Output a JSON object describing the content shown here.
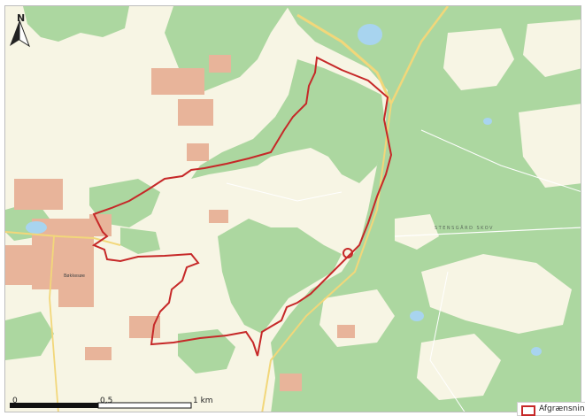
{
  "map": {
    "north_letter": "N",
    "north_icon": "north-arrow-icon",
    "town_label": "Bøkkesøe",
    "forest_label": "STENSGÅRD SKOV",
    "scale": {
      "start": "0",
      "mid": "0,5",
      "end": "1 km"
    },
    "legend": {
      "label": "Afgrænsning"
    },
    "colors": {
      "background": "#f7f5e4",
      "forest": "#acd7a0",
      "forest_dark": "#9ccd90",
      "boundary": "#c62828",
      "buildings": "#e8b49a",
      "road": "#f2d77a",
      "water": "#a8d4ef"
    }
  }
}
